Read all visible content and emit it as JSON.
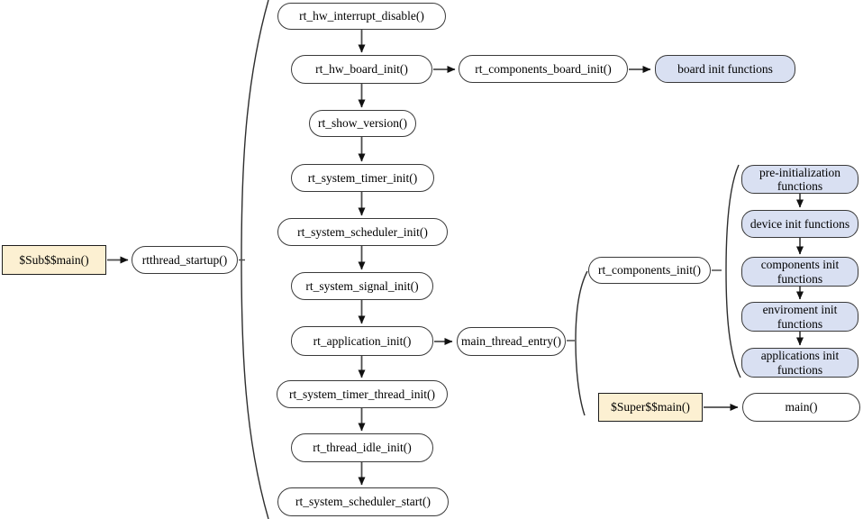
{
  "nodes": {
    "sub_main": "$Sub$$main()",
    "rtthread_startup": "rtthread_startup()",
    "rt_hw_interrupt_disable": "rt_hw_interrupt_disable()",
    "rt_hw_board_init": "rt_hw_board_init()",
    "rt_components_board_init": "rt_components_board_init()",
    "board_init_functions": "board init functions",
    "rt_show_version": "rt_show_version()",
    "rt_system_timer_init": "rt_system_timer_init()",
    "rt_system_scheduler_init": "rt_system_scheduler_init()",
    "rt_system_signal_init": "rt_system_signal_init()",
    "rt_application_init": "rt_application_init()",
    "main_thread_entry": "main_thread_entry()",
    "rt_components_init": "rt_components_init()",
    "pre_init_functions": "pre-initialization functions",
    "device_init_functions": "device init functions",
    "components_init_functions": "components init functions",
    "enviroment_init_functions": "enviroment init functions",
    "applications_init_functions": "applications init functions",
    "super_main": "$Super$$main()",
    "main_fn": "main()",
    "rt_system_timer_thread_init": "rt_system_timer_thread_init()",
    "rt_thread_idle_init": "rt_thread_idle_init()",
    "rt_system_scheduler_start": "rt_system_scheduler_start()"
  },
  "colors": {
    "node_fill": "#ffffff",
    "yellow_fill": "#fcf0d2",
    "blue_fill": "#d9e0f2",
    "border": "#3a3a3a",
    "arrow_line": "#4d4d4d",
    "arrow_head": "#111111",
    "text": "#000000"
  }
}
